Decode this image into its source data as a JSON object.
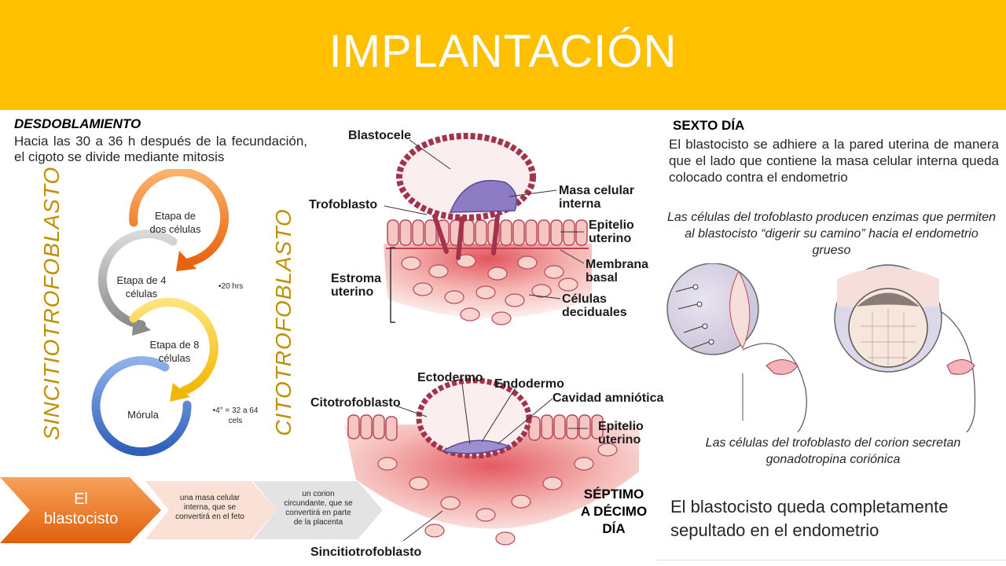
{
  "title": "IMPLANTACIÓN",
  "desdoblamiento": {
    "heading": "DESDOBLAMIENTO",
    "text": "Hacia las 30 a 36 h después de la fecundación, el cigoto se divide mediante mitosis"
  },
  "vertical_labels": {
    "left": "SINCITIOTROFOBLASTO",
    "right": "CITOTROFOBLASTO"
  },
  "cycle": {
    "stages": [
      "Etapa de dos células",
      "Etapa de 4 células",
      "Etapa de 8 células",
      "Mórula"
    ],
    "stage_lines": [
      [
        "Etapa de",
        "dos células"
      ],
      [
        "Etapa de 4",
        "células"
      ],
      [
        "Etapa de 8",
        "células"
      ],
      [
        "Mórula"
      ]
    ],
    "note_20": "•20 hrs",
    "note_4": [
      "•4° = 32 a 64",
      "cels"
    ],
    "colors": [
      "#f58220",
      "#a6a6a6",
      "#ffc000",
      "#4472c4"
    ]
  },
  "blastocisto": {
    "label": "El blastocisto",
    "label_lines": [
      "El",
      "blastocisto"
    ],
    "item1_lines": [
      "una masa celular",
      "interna, que se",
      "convertirá en el feto"
    ],
    "item2_lines": [
      "un corion",
      "circundante, que se",
      "convertirá en parte",
      "de la placenta"
    ]
  },
  "diagram1": {
    "labels": {
      "blastocele": "Blastocele",
      "trofoblasto": "Trofoblasto",
      "masa": [
        "Masa celular",
        "interna"
      ],
      "epitelio": [
        "Epitelio",
        "uterino"
      ],
      "membrana": [
        "Membrana",
        "basal"
      ],
      "estroma": [
        "Estroma",
        "uterino"
      ],
      "deciduales": [
        "Células",
        "deciduales"
      ]
    }
  },
  "diagram2": {
    "labels": {
      "ectodermo": "Ectodermo",
      "endodermo": "Endodermo",
      "cavidad": "Cavidad amniótica",
      "citotrofoblasto": "Citotrofoblasto",
      "epitelio": [
        "Epitelio",
        "uterino"
      ],
      "sincitio": "Sincitiotrofoblasto"
    }
  },
  "sexto": {
    "heading": "SEXTO DÍA",
    "text": "El blastocisto se adhiere a la pared uterina de manera que el lado que contiene la masa celular interna queda colocado contra el endometrio",
    "note1": "Las células del trofoblasto producen enzimas que permiten al blastocisto “digerir su camino” hacia el endometrio grueso",
    "note2": "Las células del trofoblasto del corion secretan gonadotropina coriónica"
  },
  "septimo": {
    "heading_lines": [
      "SÉPTIMO",
      "A DÉCIMO",
      "DÍA"
    ],
    "text": "El blastocisto queda completamente sepultado en el endometrio"
  }
}
